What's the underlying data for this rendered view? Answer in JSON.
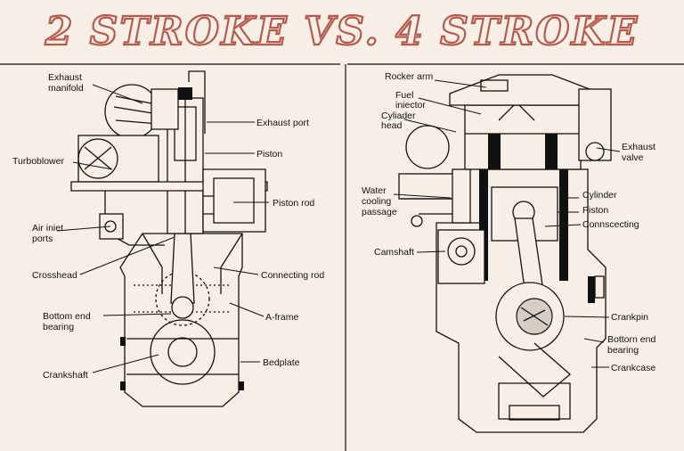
{
  "title": "2 STROKE  VS. 4 STROKE",
  "colors": {
    "background": "#f7efe6",
    "title_outline": "#b55a4d",
    "ink": "#111111"
  },
  "left_panel": {
    "labels": {
      "exhaust_manifold_1": "Exhaust",
      "exhaust_manifold_2": "manifold",
      "exhaust_port": "Exhaust port",
      "turboblower": "Turboblower",
      "piston": "Piston",
      "piston_rod": "Piston rod",
      "air_inlet_1": "Air iniet",
      "air_inlet_2": "ports",
      "crosshead": "Crosshead",
      "connecting_rod": "Connecting rod",
      "bottom_end_1": "Bottom end",
      "bottom_end_2": "bearing",
      "a_frame": "A-frame",
      "crankshaft": "Crankshaft",
      "bedplate": "Bedplate"
    }
  },
  "right_panel": {
    "labels": {
      "rocker_arm": "Rocker arm",
      "fuel_injector_1": "Fuel",
      "fuel_injector_2": "iniector",
      "cylinder_head_1": "Cyliader",
      "cylinder_head_2": "head",
      "exhaust_valve_1": "Exhaust",
      "exhaust_valve_2": "valve",
      "water_passage_1": "Water",
      "water_passage_2": "cooling",
      "water_passage_3": "passage",
      "cylinder": "Cylinder",
      "piston": "Piston",
      "connecting": "Connscecting",
      "camshaft": "Camshaft",
      "crankpin": "Crankpin",
      "bottom_end_1": "Bottorn end",
      "bottom_end_2": "bearing",
      "crankcase": "Crankcase"
    }
  }
}
